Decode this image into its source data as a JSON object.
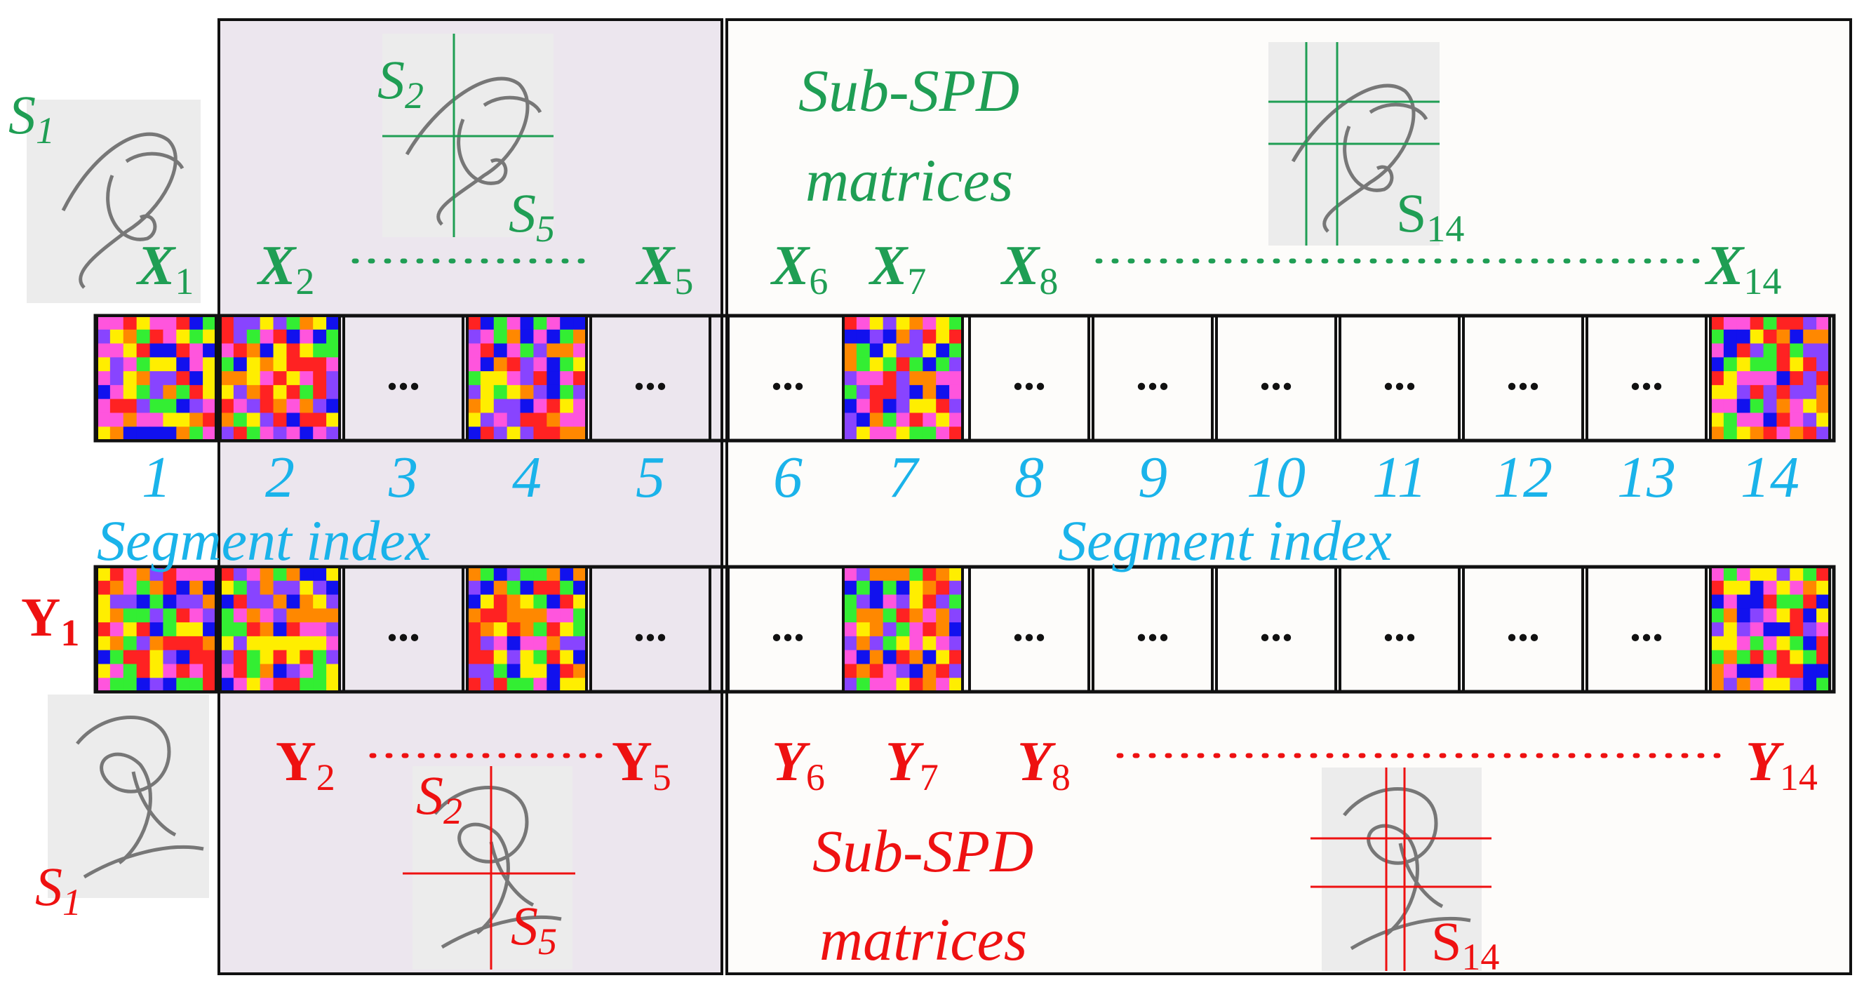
{
  "colors": {
    "green": "#1f9e54",
    "red": "#ee1111",
    "blue": "#1ab3ea",
    "panel_left_fill": "#ece6ee",
    "panel_right_fill": "#fdfcfa",
    "palette": [
      "#ff2222",
      "#ffee00",
      "#8844ff",
      "#ff55dd",
      "#33ee33",
      "#ff8800",
      "#1111ee"
    ]
  },
  "top": {
    "sub_spd_label": [
      "Sub-SPD",
      "matrices"
    ],
    "signature_labels": {
      "s1": "S",
      "s1_sub": "1",
      "s2": "S",
      "s2_sub": "2",
      "s5": "S",
      "s5_sub": "5",
      "s14": "S",
      "s14_sub": "14"
    },
    "matrix_labels": [
      {
        "sym": "X",
        "sub": "1"
      },
      {
        "sym": "X",
        "sub": "2"
      },
      {
        "sym": "X",
        "sub": "5"
      },
      {
        "sym": "X",
        "sub": "6"
      },
      {
        "sym": "X",
        "sub": "7"
      },
      {
        "sym": "X",
        "sub": "8"
      },
      {
        "sym": "X",
        "sub": "14"
      }
    ]
  },
  "bottom": {
    "sub_spd_label": [
      "Sub-SPD",
      "matrices"
    ],
    "y1": {
      "sym": "Y",
      "sub": "1"
    },
    "signature_labels": {
      "s1": "S",
      "s1_sub": "1",
      "s2": "S",
      "s2_sub": "2",
      "s5": "S",
      "s5_sub": "5",
      "s14": "S",
      "s14_sub": "14"
    },
    "matrix_labels": [
      {
        "sym": "Y",
        "sub": "2"
      },
      {
        "sym": "Y",
        "sub": "5"
      },
      {
        "sym": "Y",
        "sub": "6"
      },
      {
        "sym": "Y",
        "sub": "7"
      },
      {
        "sym": "Y",
        "sub": "8"
      },
      {
        "sym": "Y",
        "sub": "14"
      }
    ]
  },
  "segment_index_label": "Segment index",
  "segment_numbers": [
    "1",
    "2",
    "3",
    "4",
    "5",
    "6",
    "7",
    "8",
    "9",
    "10",
    "11",
    "12",
    "13",
    "14"
  ],
  "ellipsis": "...",
  "filled_segments_top": [
    1,
    2,
    4,
    7,
    14
  ],
  "filled_segments_bottom": [
    1,
    2,
    4,
    7,
    14
  ]
}
